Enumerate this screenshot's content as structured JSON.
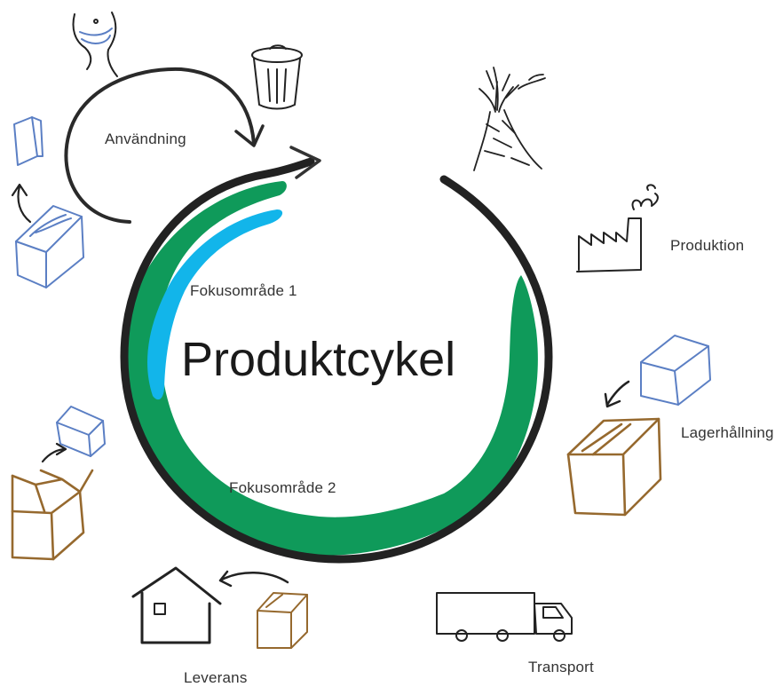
{
  "title": "Produktcykel",
  "focus": {
    "area1": "Fokusområde 1",
    "area2": "Fokusområde 2"
  },
  "stages": {
    "usage": "Användning",
    "production": "Produktion",
    "warehousing": "Lagerhållning",
    "transport": "Transport",
    "delivery": "Leverans"
  },
  "colors": {
    "cycle": "#222222",
    "focus1": "#12b5ea",
    "focus2": "#0f9a5a",
    "box_blue": "#5b7fc4",
    "box_brown": "#96692e"
  },
  "icons": [
    "person-icon",
    "trash-can-icon",
    "tree-icon",
    "factory-icon",
    "box-icon",
    "truck-icon",
    "house-icon",
    "open-box-icon",
    "tissue-box-icon"
  ]
}
